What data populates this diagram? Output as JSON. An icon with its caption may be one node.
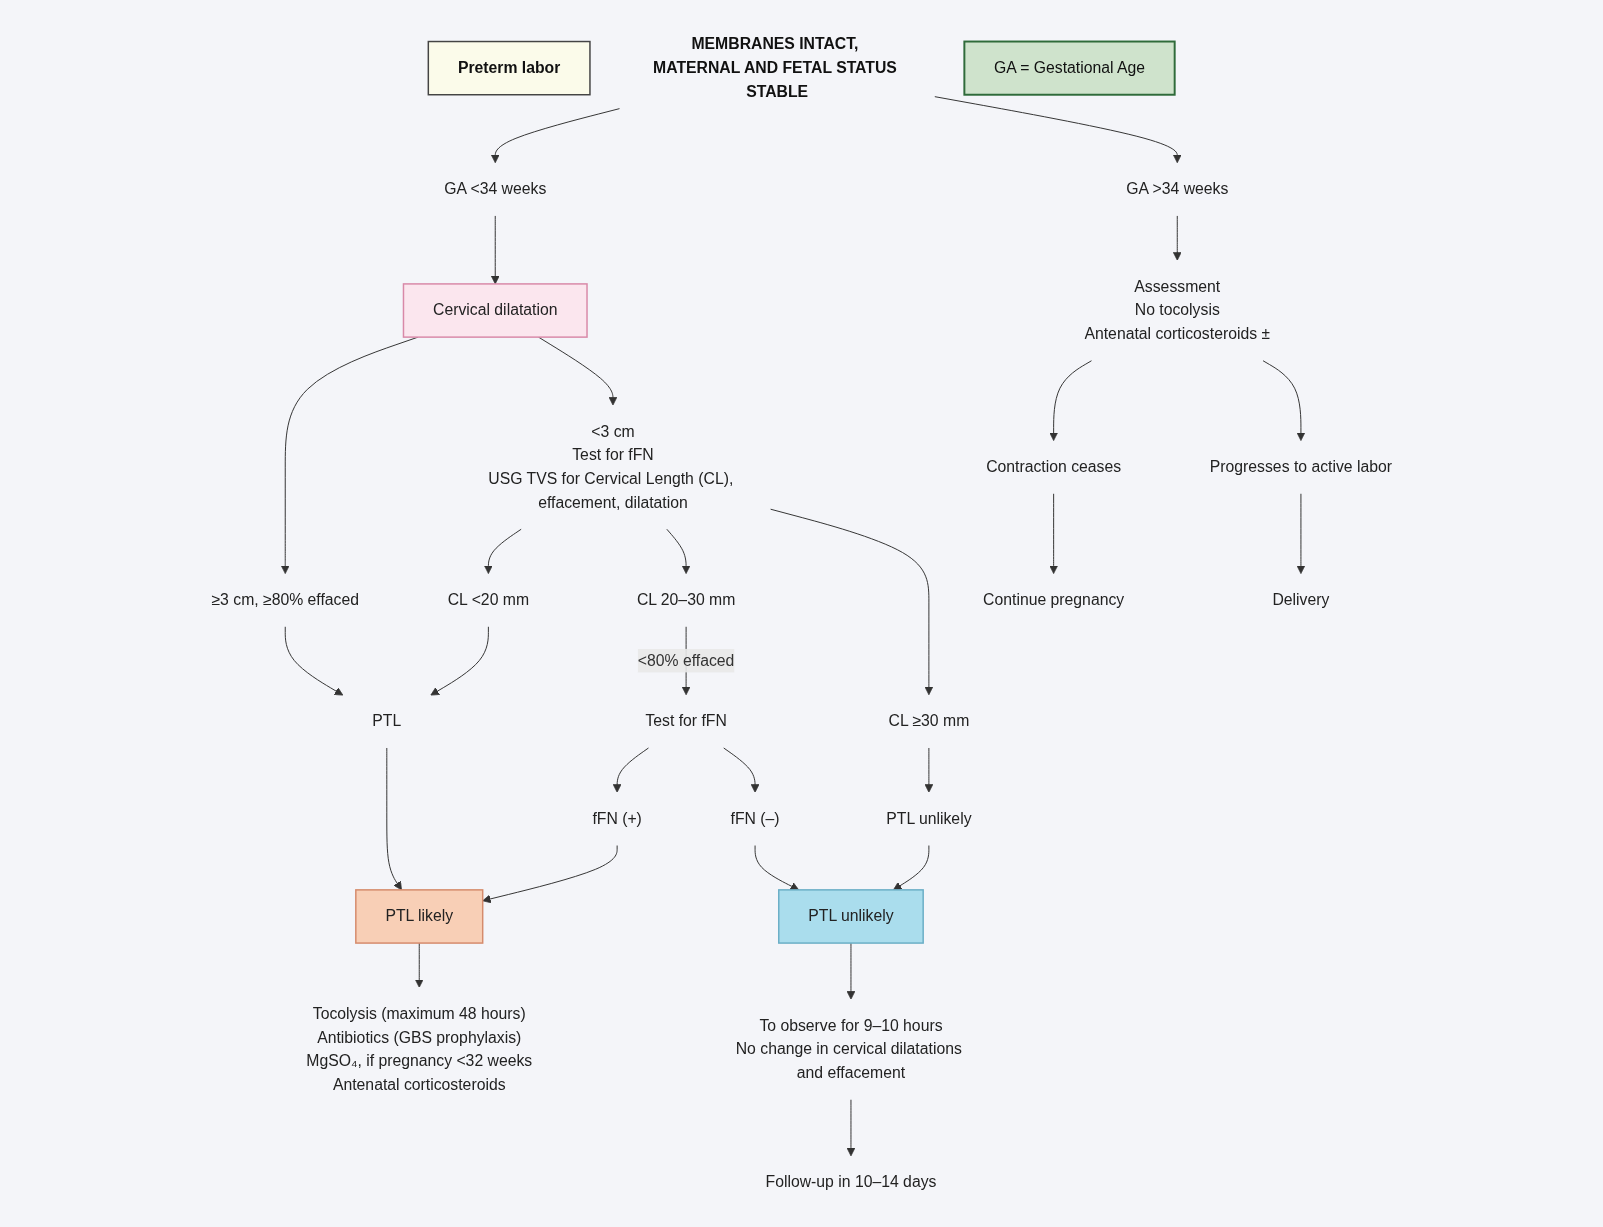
{
  "diagram": {
    "nodes": [
      {
        "text": [
          "Preterm labor"
        ]
      },
      {
        "text": [
          "MEMBRANES INTACT, MATERNAL AND FETAL STATUS STABLE"
        ]
      },
      {
        "text": [
          "GA <34 weeks"
        ]
      },
      {
        "text": [
          "GA >34 weeks"
        ]
      },
      {
        "text": [
          "Cervical dilatation"
        ]
      },
      {
        "text": [
          "≥3 cm, ≥80% effaced"
        ]
      },
      {
        "text": [
          "<3 cm",
          "Test for fFN",
          "USG TVS for Cervical Length (CL), effacement, dilatation"
        ]
      },
      {
        "text": [
          "Assessment",
          "No tocolysis",
          "Antenatal corticosteroids ±"
        ]
      },
      {
        "text": [
          "Contraction ceases"
        ]
      },
      {
        "text": [
          "Progresses to active labor"
        ]
      },
      {
        "text": [
          "Continue pregnancy"
        ]
      },
      {
        "text": [
          "Delivery"
        ]
      },
      {
        "text": [
          "CL <20 mm"
        ]
      },
      {
        "text": [
          "CL 20–30 mm"
        ]
      },
      {
        "text": [
          "CL ≥30 mm"
        ]
      },
      {
        "text": [
          "PTL"
        ]
      },
      {
        "text": [
          "Test for fFN"
        ]
      },
      {
        "text": [
          "PTL unlikely"
        ]
      },
      {
        "text": [
          "fFN (+)"
        ]
      },
      {
        "text": [
          "fFN (–)"
        ]
      },
      {
        "text": [
          "PTL likely"
        ]
      },
      {
        "text": [
          "PTL unlikely"
        ]
      },
      {
        "text": [
          "Tocolysis (maximum 48 hours)",
          "Antibiotics (GBS prophylaxis)",
          "MgSO₄, if pregnancy <32 weeks",
          "Antenatal corticosteroids"
        ]
      },
      {
        "text": [
          "To observe for 9–10 hours",
          "No change in cervical dilatations and effacement"
        ]
      },
      {
        "text": [
          "Follow-up in 10–14 days"
        ]
      },
      {
        "text": [
          "GA = Gestational Age"
        ]
      }
    ],
    "edges": [
      {
        "from": 1,
        "to": 2,
        "arrow": "to"
      },
      {
        "from": 1,
        "to": 3,
        "arrow": "to"
      },
      {
        "from": 2,
        "to": 4,
        "arrow": "to"
      },
      {
        "from": 4,
        "to": 5,
        "arrow": "to"
      },
      {
        "from": 4,
        "to": 6,
        "arrow": "to"
      },
      {
        "from": 6,
        "to": 12,
        "arrow": "to"
      },
      {
        "from": 6,
        "to": 13,
        "arrow": "to"
      },
      {
        "from": 6,
        "to": 14,
        "arrow": "to"
      },
      {
        "from": 5,
        "to": 15,
        "arrow": "to"
      },
      {
        "from": 12,
        "to": 15,
        "arrow": "to"
      },
      {
        "from": 13,
        "to": 16,
        "label": "<80% effaced",
        "arrow": "to"
      },
      {
        "from": 14,
        "to": 17,
        "arrow": "to"
      },
      {
        "from": 16,
        "to": 18,
        "arrow": "to"
      },
      {
        "from": 16,
        "to": 19,
        "arrow": "to"
      },
      {
        "from": 15,
        "to": 20,
        "arrow": "to"
      },
      {
        "from": 18,
        "to": 20,
        "arrow": "to"
      },
      {
        "from": 19,
        "to": 21,
        "arrow": "to"
      },
      {
        "from": 17,
        "to": 21,
        "arrow": "to"
      },
      {
        "from": 20,
        "to": 22,
        "arrow": "to"
      },
      {
        "from": 21,
        "to": 23,
        "arrow": "to"
      },
      {
        "from": 23,
        "to": 24,
        "arrow": "to"
      },
      {
        "from": 3,
        "to": 7,
        "arrow": "to"
      },
      {
        "from": 7,
        "to": 8,
        "arrow": "to"
      },
      {
        "from": 7,
        "to": 9,
        "arrow": "to"
      },
      {
        "from": 8,
        "to": 10,
        "arrow": "to"
      },
      {
        "from": 9,
        "to": 11,
        "arrow": "to"
      }
    ]
  }
}
